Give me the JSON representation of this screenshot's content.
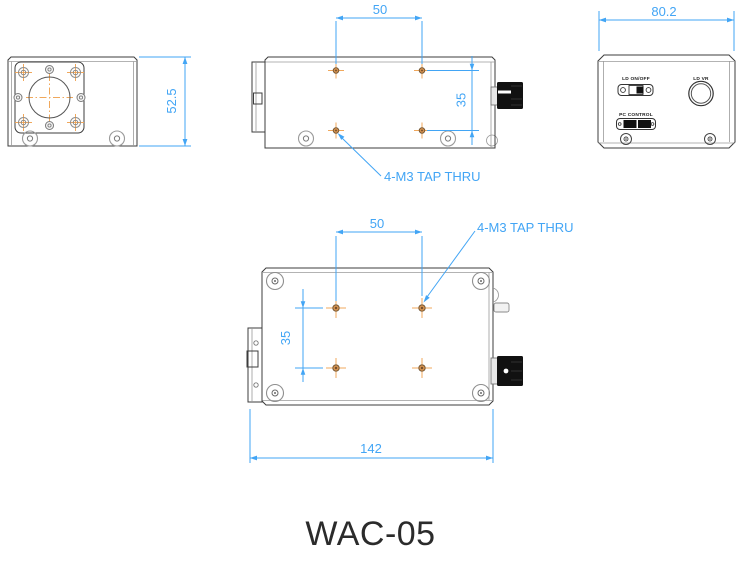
{
  "title": "WAC-05",
  "colors": {
    "dimension_blue": "#42A5F5",
    "centerline_orange": "#F0A85C",
    "outline_dark": "#3C3C3C",
    "knob_black": "#111111",
    "title_text": "#2B2B2B"
  },
  "views": {
    "front": {
      "height_dim": "52.5"
    },
    "side": {
      "hole_span_x": "50",
      "hole_span_y": "35",
      "tap_note": "4-M3 TAP THRU"
    },
    "rear": {
      "width_dim": "80.2",
      "ld_onoff_label": "LD ON/OFF",
      "ld_vr_label": "LD VR",
      "pc_control_label": "PC CONTROL"
    },
    "bottom": {
      "hole_span_x": "50",
      "hole_span_y": "35",
      "length_dim": "142",
      "tap_note": "4-M3 TAP THRU"
    }
  }
}
